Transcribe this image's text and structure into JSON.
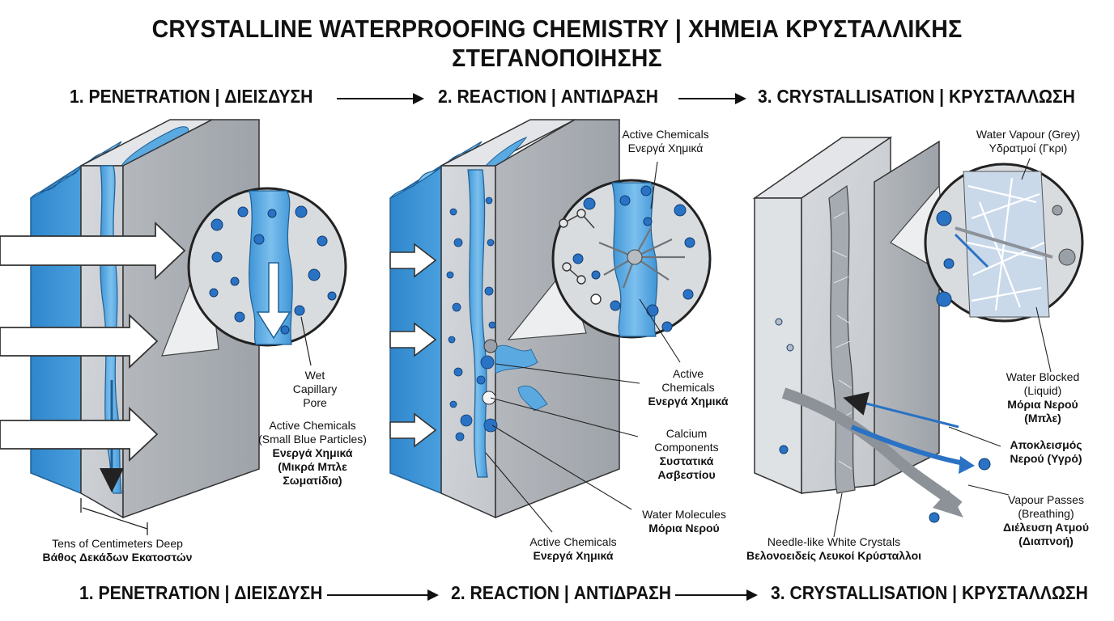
{
  "title": "CRYSTALLINE WATERPROOFING CHEMISTRY | ΧΗΜΕΙΑ ΚΡΥΣΤΑΛΛΙΚΗΣ ΣΤΕΓΑΝΟΠΟΙΗΣΗΣ",
  "steps": {
    "penetration": "1. PENETRATION | ΔΙΕΙΣΔΥΣΗ",
    "reaction": "2. REACTION | ΑΝΤΙΔΡΑΣΗ",
    "crystallisation": "3. CRYSTALLISATION | ΚΡΥΣΤΑΛΛΩΣΗ"
  },
  "panel1": {
    "pore": [
      "Wet",
      "Capillary",
      "Pore"
    ],
    "active_en": [
      "Active Chemicals",
      "(Small Blue Particles)"
    ],
    "active_gr": [
      "Ενεργά Χημικά",
      "(Μικρά Μπλε",
      "Σωματίδια)"
    ],
    "depth_en": "Tens of Centimeters Deep",
    "depth_gr": "Βάθος Δεκάδων Εκατοστών"
  },
  "panel2": {
    "active_top_en": "Active Chemicals",
    "active_top_gr": "Ενεργά Χημικά",
    "active_mid_en": [
      "Active",
      "Chemicals"
    ],
    "active_mid_gr": "Ενεργά Χημικά",
    "calcium_en": [
      "Calcium",
      "Components"
    ],
    "calcium_gr": [
      "Συστατικά",
      "Ασβεστίου"
    ],
    "water_en": "Water Molecules",
    "water_gr": "Μόρια Νερού",
    "active_bottom_en": "Active Chemicals",
    "active_bottom_gr": "Ενεργά Χημικά"
  },
  "panel3": {
    "vapour_en": "Water Vapour (Grey)",
    "vapour_gr": "Υδρατμοί (Γκρι)",
    "blocked_en": [
      "Water  Blocked",
      "(Liquid)"
    ],
    "blocked_gr": [
      "Μόρια Νερού",
      "(Μπλε)"
    ],
    "exclusion_gr": [
      "Αποκλεισμός",
      "Νερού (Υγρό)"
    ],
    "passes_en": [
      "Vapour Passes",
      "(Breathing)"
    ],
    "passes_gr": [
      "Διέλευση Ατμού",
      "(Διαπνοή)"
    ],
    "crystals_en": "Needle-like White Crystals",
    "crystals_gr": "Βελονοειδείς Λευκοί Κρύσταλλοι"
  },
  "colors": {
    "water": "#3a8fd1",
    "water_dark": "#1f6fb5",
    "concrete_front": "#cfd2d6",
    "concrete_side": "#a9adb2",
    "concrete_top": "#e2e4e7",
    "particle": "#2a72c4",
    "outline": "#222222"
  }
}
